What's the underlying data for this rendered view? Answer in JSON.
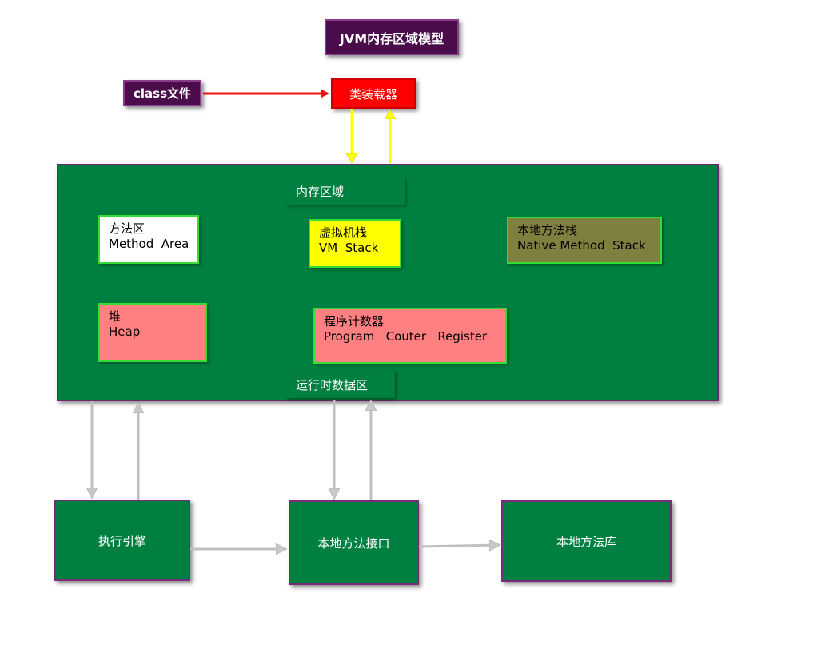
{
  "title": "JVM内存区域模型",
  "class_file": "class文件",
  "class_loader": "类装载器",
  "memory_area_label": "内存区域",
  "runtime_data_label": "运行时数据区",
  "regions": {
    "method_area": {
      "cn": "方法区",
      "en": "Method  Area"
    },
    "vm_stack": {
      "cn": "虚拟机栈",
      "en": "VM  Stack"
    },
    "native_method_stack": {
      "cn": "本地方法栈",
      "en": "Native Method  Stack"
    },
    "heap": {
      "cn": "堆",
      "en": "Heap"
    },
    "program_counter": {
      "cn": "程序计数器",
      "en": "Program   Couter   Register"
    }
  },
  "execution_engine": "执行引擎",
  "native_interface": "本地方法接口",
  "native_library": "本地方法库",
  "colors": {
    "runtime_green": "#008040",
    "title_purple": "#4a0c4a",
    "loader_red": "#ff0000",
    "vm_stack_yellow": "#ffff00",
    "heap_pink": "#ff8080",
    "native_stack_olive": "#7f7f3f",
    "arrow_red": "#ee1111",
    "arrow_yellow": "#ffff00",
    "arrow_gray": "#c0c0c0"
  }
}
